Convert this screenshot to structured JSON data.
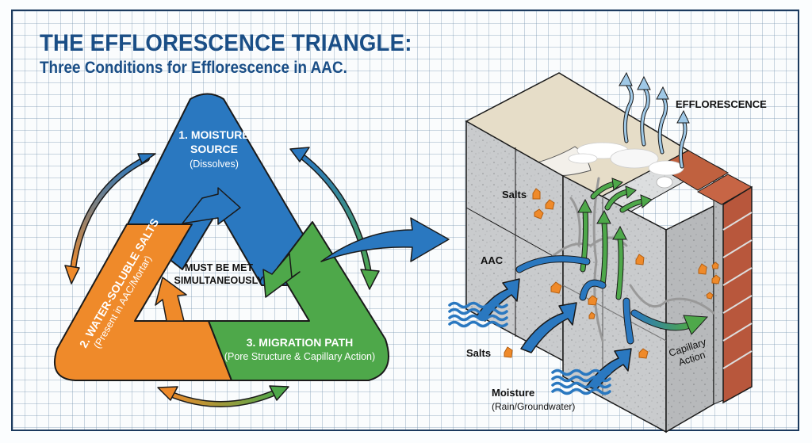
{
  "header": {
    "title": "THE EFFLORESCENCE TRIANGLE:",
    "subtitle": "Three Conditions for Efflorescence in AAC."
  },
  "triangle": {
    "center_label_line1": "MUST BE MET",
    "center_label_line2": "SIMULTANEOUSLY",
    "conditions": [
      {
        "number": "1",
        "title_line1": "1. MOISTURE",
        "title_line2": "SOURCE",
        "detail": "(Dissolves)",
        "color": "#2a78c0"
      },
      {
        "number": "2",
        "title_line1": "2. WATER-SOLUBLE SALTS",
        "detail": "(Present in AAC/Mortar)",
        "color": "#ef8a2a"
      },
      {
        "number": "3",
        "title_line1": "3. MIGRATION PATH",
        "detail": "(Pore Structure & Capillary Action)",
        "color": "#4ea84a"
      }
    ]
  },
  "illustration": {
    "labels": {
      "efflorescence": "EFFLORESCENCE",
      "salts_top": "Salts",
      "aac": "AAC",
      "salts_bottom": "Salts",
      "moisture": "Moisture",
      "moisture_detail": "(Rain/Groundwater)",
      "capillary_line1": "Capillary",
      "capillary_line2": "Action"
    }
  },
  "colors": {
    "title": "#1a4e86",
    "moisture_blue": "#2a78c0",
    "salt_orange": "#ef8a2a",
    "path_green": "#4ea84a",
    "brick": "#b8573c",
    "frame": "#1c3a5e"
  }
}
